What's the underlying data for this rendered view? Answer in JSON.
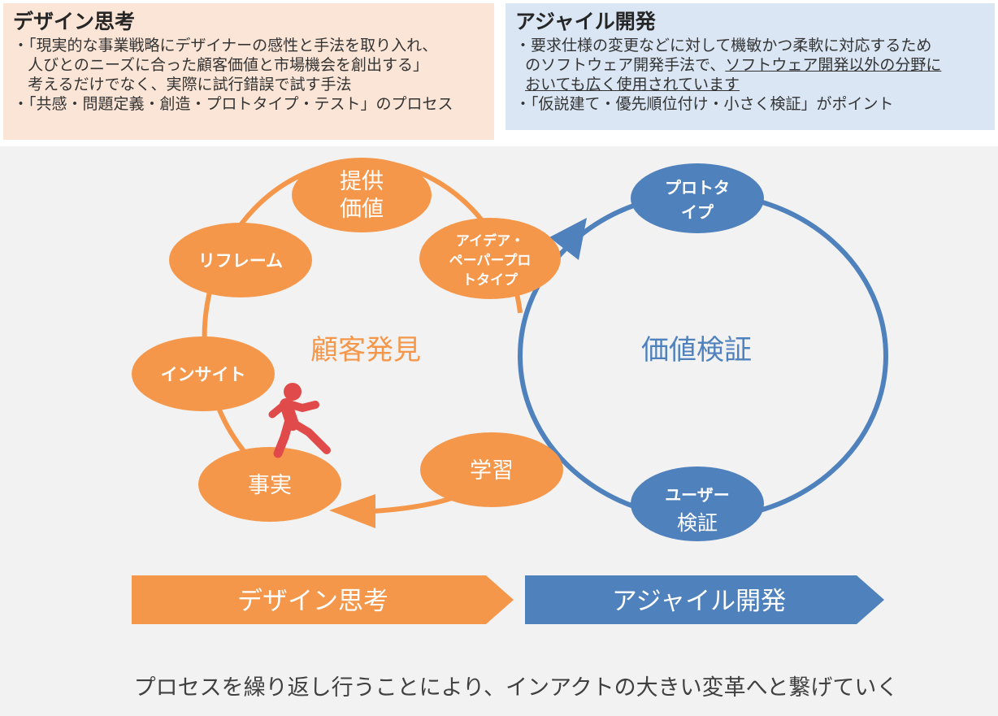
{
  "design_box": {
    "title": "デザイン思考",
    "lines": [
      "・「現実的な事業戦略にデザイナーの感性と手法を取り入れ、",
      "   人びとのニーズに合った顧客価値と市場機会を創出する」",
      "   考えるだけでなく、実際に試行錯誤で試す手法",
      "・「共感・問題定義・創造・プロトタイプ・テスト」のプロセス"
    ]
  },
  "agile_box": {
    "title": "アジャイル開発",
    "line1": "・要求仕様の変更などに対して機敏かつ柔軟に対応するため",
    "line2_prefix": "  のソフトウェア開発手法で、",
    "line2_underlined": "ソフトウェア開発以外の分野に",
    "line3_underlined": "おいても広く使用されています",
    "line4": "・「仮説建て・優先順位付け・小さく検証」がポイント"
  },
  "left_cycle": {
    "center_label": "顧客発見",
    "nodes": {
      "teikyo_1": "提供",
      "teikyo_2": "価値",
      "idea_1": "アイデア・",
      "idea_2": "ペーパープロ",
      "idea_3": "トタイプ",
      "reframe": "リフレーム",
      "insight": "インサイト",
      "fact": "事実",
      "learning": "学習"
    }
  },
  "right_cycle": {
    "center_label": "価値検証",
    "nodes": {
      "prototype_1": "プロトタ",
      "prototype_2": "イプ",
      "user_1": "ユーザー",
      "user_2": "検証"
    }
  },
  "arrows": {
    "design": "デザイン思考",
    "agile": "アジャイル開発"
  },
  "footer": "プロセスを繰り返し行うことにより、インアクトの大きい変革へと繋げていく",
  "colors": {
    "orange": "#f5974a",
    "blue": "#4f81bd",
    "runner": "#e04a4a"
  }
}
